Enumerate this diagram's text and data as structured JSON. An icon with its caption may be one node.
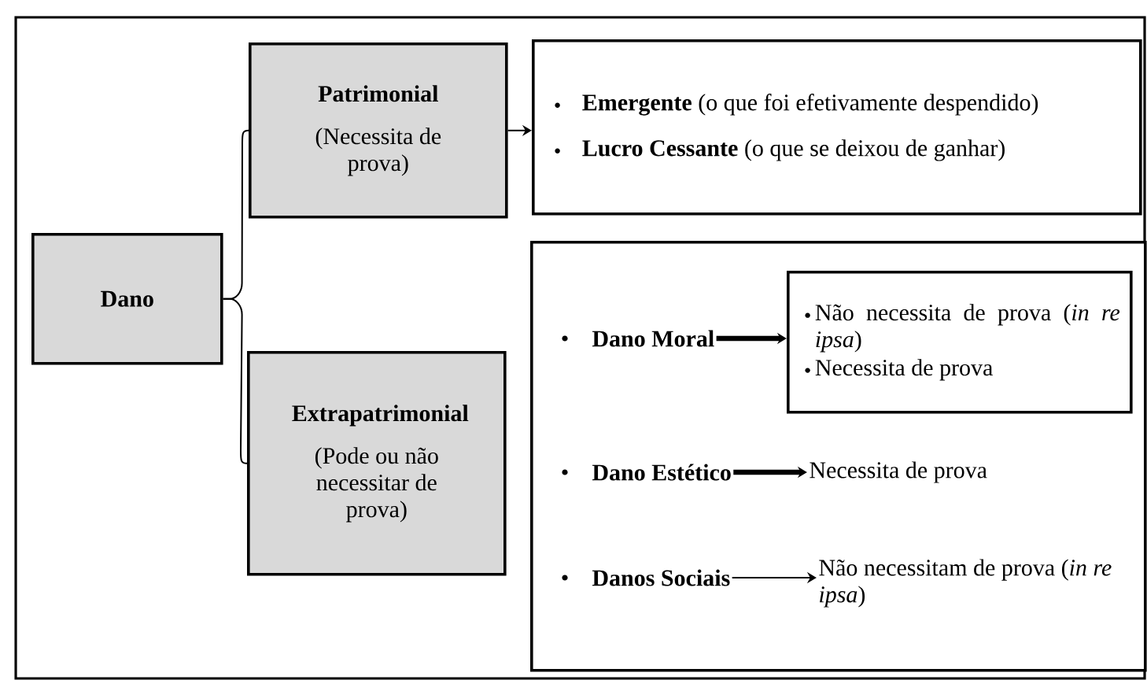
{
  "diagram": {
    "nodes": [
      {
        "text": [
          "Dano"
        ]
      },
      {
        "text": [
          "Patrimonial",
          "(Necessita de prova)"
        ]
      },
      {
        "text": [
          "Extrapatrimonial",
          "(Pode ou não necessitar de prova)"
        ]
      },
      {
        "text": [
          "**Emergente** (o que foi efetivamente despendido)",
          "**Lucro Cessante** (o que se deixou de ganhar)"
        ]
      },
      {
        "text": [],
        "shape": "box"
      },
      {
        "text": [
          "Dano Moral"
        ],
        "in": 4
      },
      {
        "text": [
          "Não necessita de prova (*in re ipsa*)",
          "Necessita de prova"
        ],
        "in": 4
      },
      {
        "text": [
          "Dano Estético"
        ],
        "in": 4
      },
      {
        "text": [
          "Necessita de prova"
        ],
        "in": 4
      },
      {
        "text": [
          "Danos Sociais"
        ],
        "in": 4
      },
      {
        "text": [
          "Não necessitam de prova (*in re ipsa*)"
        ],
        "in": 4
      }
    ],
    "edges": [
      {
        "from": 0,
        "to": 1,
        "arrow": "none"
      },
      {
        "from": 0,
        "to": 2,
        "arrow": "none"
      },
      {
        "from": 1,
        "to": 3,
        "arrow": "to"
      },
      {
        "from": 5,
        "to": 6,
        "arrow": "to",
        "style": "thick"
      },
      {
        "from": 7,
        "to": 8,
        "arrow": "to",
        "style": "thick"
      },
      {
        "from": 9,
        "to": 10,
        "arrow": "to"
      }
    ]
  }
}
